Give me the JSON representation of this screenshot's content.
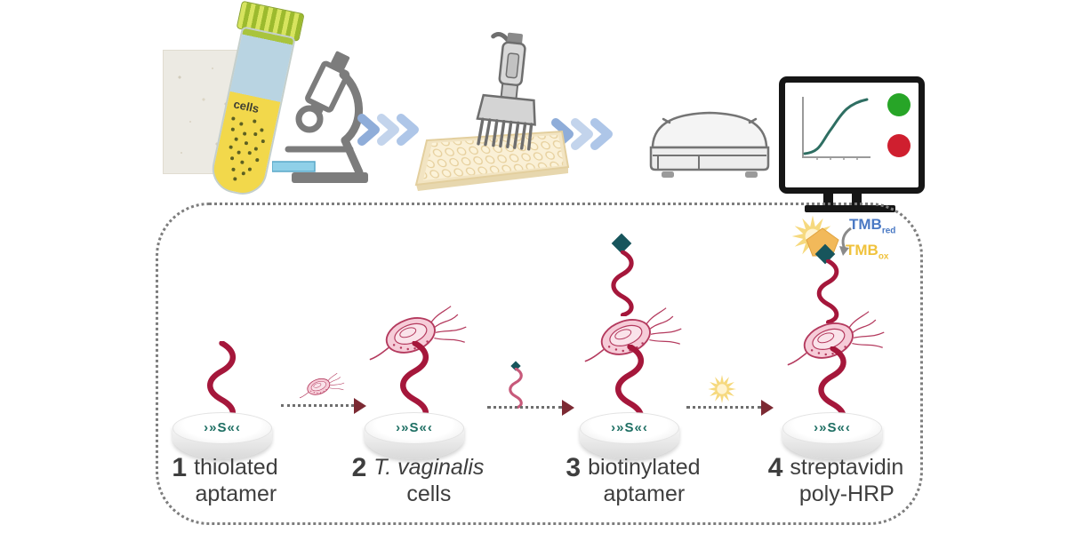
{
  "colors": {
    "aptamer": "#a5173b",
    "aptamer_light": "#c7597a",
    "disc_text": "#1e6f63",
    "cell_fill": "#f6ccd8",
    "cell_inner": "#fae3ea",
    "cell_stroke": "#b43a5e",
    "biotin": "#17555c",
    "streptavidin": "#f2b95a",
    "sparkle": "#f6d97e",
    "tmb_red": "#4a79c4",
    "tmb_ox": "#f0c23c",
    "label": "#3e3e3e",
    "arrow_head": "#7c2a33",
    "green_dot": "#27a527",
    "red_dot": "#cf1f2f",
    "curve": "#2e6e62",
    "liquid_top": "#b9d4e2",
    "liquid_bottom": "#f2d84b",
    "cap_green": "#a9c43d",
    "equipment_gray": "#7c7c7c",
    "chevron_dark": "#8fadd9",
    "chevron_light": "#c3d4ec",
    "chevron_mid": "#aec6e8"
  },
  "workflow": {
    "tube_label": "cells",
    "icons": [
      "micrograph-image",
      "sample-tube-icon",
      "microscope-icon",
      "flow-chevrons-icon",
      "multichannel-pipette-icon",
      "microplate-icon",
      "plate-reader-icon",
      "monitor-icon"
    ],
    "monitor": {
      "curve": "sigmoid",
      "positive_dot": "green",
      "negative_dot": "red"
    }
  },
  "assay": {
    "surface_marker": "›»S«‹",
    "steps": [
      {
        "number": "1",
        "line1": "thiolated",
        "line2": "aptamer"
      },
      {
        "number": "2",
        "line1": "T. vaginalis",
        "line2": "cells"
      },
      {
        "number": "3",
        "line1": "biotinylated",
        "line2": "aptamer"
      },
      {
        "number": "4",
        "line1": "streptavidin",
        "line2": "poly-HRP"
      }
    ],
    "arrow_icons": [
      "cell-icon",
      "biotinylated-aptamer-icon",
      "hrp-sparkle-icon"
    ],
    "tmb": {
      "red_main": "TMB",
      "red_sub": "red",
      "ox_main": "TMB",
      "ox_sub": "ox"
    }
  }
}
